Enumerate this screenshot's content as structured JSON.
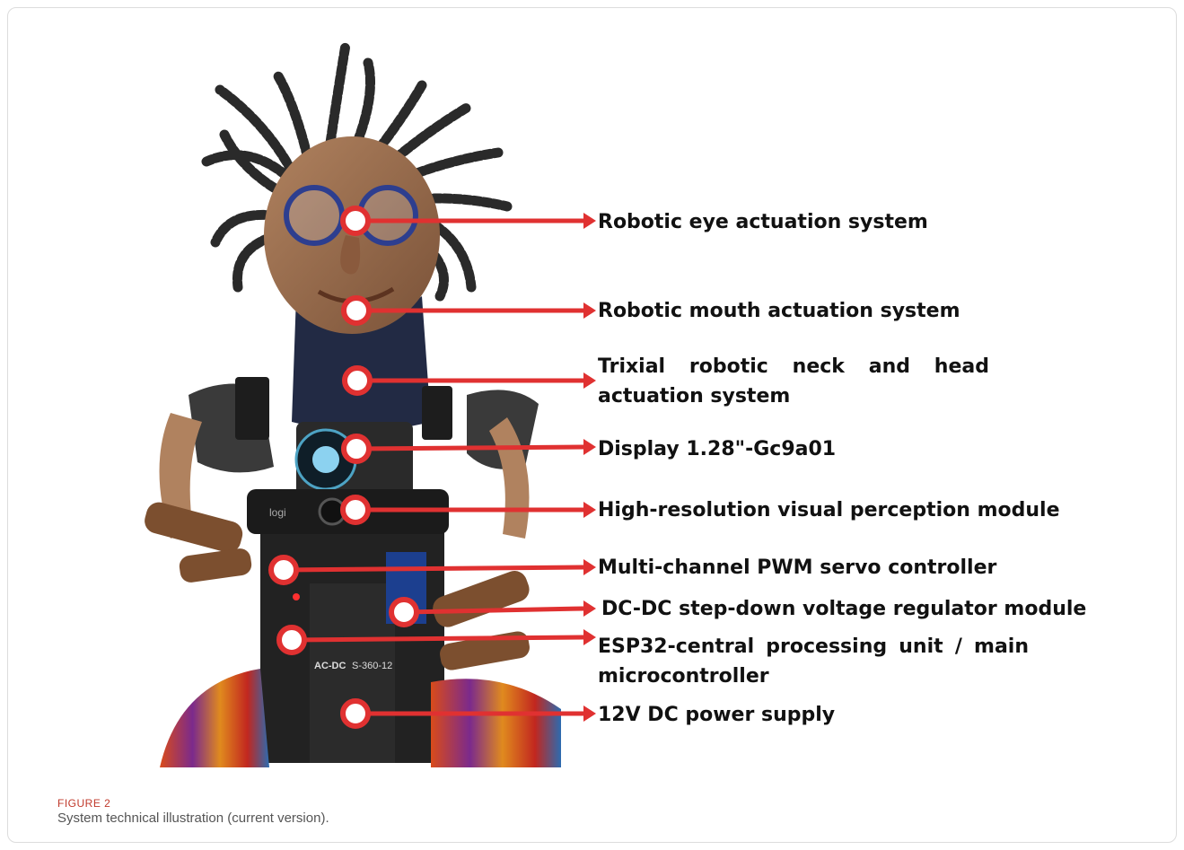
{
  "figure": {
    "label": "FIGURE 2",
    "caption": "System technical illustration (current version)."
  },
  "callouts": [
    {
      "id": "eye",
      "text": "Robotic eye actuation system"
    },
    {
      "id": "mouth",
      "text": "Robotic mouth actuation system"
    },
    {
      "id": "neck",
      "text": "Trixial robotic neck and head actuation system"
    },
    {
      "id": "display",
      "text": "Display 1.28\"-Gc9a01"
    },
    {
      "id": "camera",
      "text": "High-resolution visual perception module"
    },
    {
      "id": "pwm",
      "text": "Multi-channel PWM servo controller"
    },
    {
      "id": "dcdc",
      "text": "DC-DC step-down voltage regulator module"
    },
    {
      "id": "esp32",
      "text": "ESP32-central processing unit / main microcontroller"
    },
    {
      "id": "psu",
      "text": "12V DC power supply"
    }
  ],
  "photo_text": {
    "camera_brand": "logi",
    "psu_brand": "AC-DC",
    "psu_model": "S-360-12"
  },
  "colors": {
    "callout_marker": "#e03131",
    "callout_text": "#111111",
    "figure_label": "#c0392b",
    "caption": "#555555"
  }
}
